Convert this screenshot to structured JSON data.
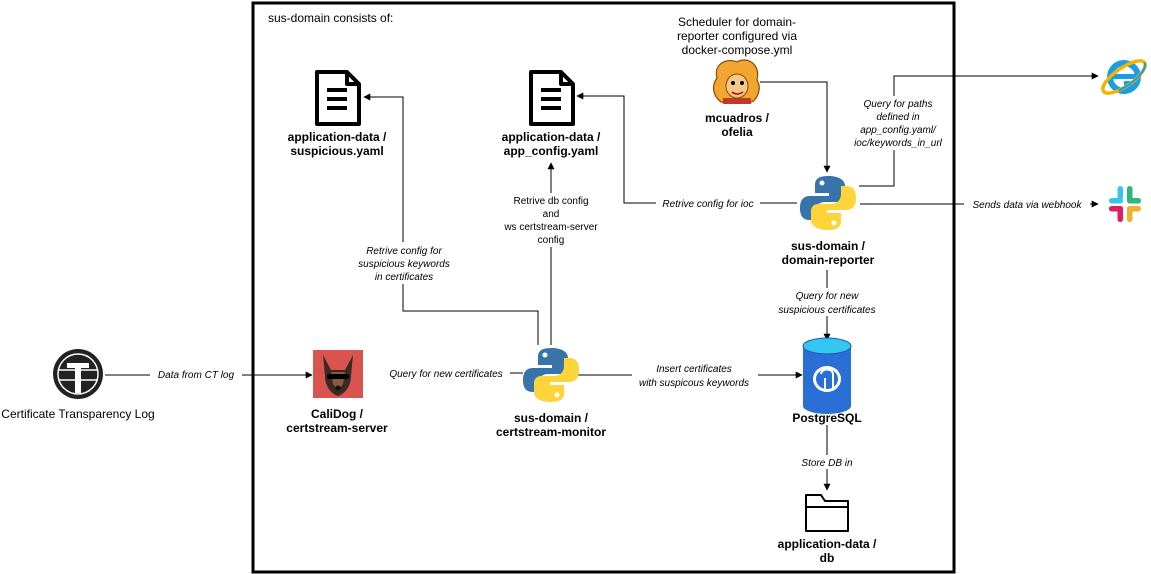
{
  "container": {
    "title": "sus-domain consists of:"
  },
  "nodes": {
    "ct_log": {
      "label": "Certificate Transparency Log"
    },
    "calidog": {
      "label1": "CaliDog /",
      "label2": "certstream-server"
    },
    "monitor": {
      "label1": "sus-domain /",
      "label2": "certstream-monitor"
    },
    "suspicious": {
      "label1": "application-data /",
      "label2": "suspicious.yaml"
    },
    "app_config": {
      "label1": "application-data /",
      "label2": "app_config.yaml"
    },
    "scheduler": {
      "line1": "Scheduler for domain-",
      "line2": "reporter configured via",
      "line3": "docker-compose.yml"
    },
    "ofelia": {
      "label1": "mcuadros /",
      "label2": "ofelia"
    },
    "reporter": {
      "label1": "sus-domain /",
      "label2": "domain-reporter"
    },
    "postgres": {
      "label": "PostgreSQL"
    },
    "db": {
      "label1": "application-data /",
      "label2": "db"
    }
  },
  "edges": {
    "ct_data": "Data from CT log",
    "query_new_certs": "Query for new certificates",
    "insert_1": "Insert certificates",
    "insert_2": "with suspicous keywords",
    "retrive_susp_1": "Retrive config for",
    "retrive_susp_2": "suspicious keywords",
    "retrive_susp_3": "in certificates",
    "retrive_db_1": "Retrive db config",
    "retrive_db_2": "and",
    "retrive_db_3": "ws certstream-server",
    "retrive_db_4": "config",
    "retrive_ioc": "Retrive config for ioc",
    "query_paths_1": "Query for paths",
    "query_paths_2": "defined in",
    "query_paths_3": "app_config.yaml/",
    "query_paths_4": "ioc/keywords_in_url",
    "sends_data": "Sends data via webhook",
    "query_susp_1": "Query for new",
    "query_susp_2": "suspicious certificates",
    "store_db": "Store DB in"
  },
  "icons": {
    "python": "python-logo-icon",
    "document": "document-icon",
    "folder": "folder-icon",
    "postgres": "postgresql-database-icon",
    "dog": "calidog-icon",
    "ie": "internet-explorer-icon",
    "slack": "slack-icon",
    "ct": "certificate-transparency-icon",
    "ofelia": "ofelia-cartoon-icon"
  },
  "colors": {
    "python_blue": "#3873A9",
    "python_yellow": "#FFD43B",
    "postgres_blue": "#2A6FD6",
    "postgres_cyan": "#33C6F0",
    "ie_blue": "#1B9DE3",
    "slack_red": "#E01E5A",
    "slack_green": "#2EB67D",
    "slack_blue": "#36C5F0",
    "slack_yellow": "#ECB22E",
    "dog_bg": "#D9534F"
  }
}
